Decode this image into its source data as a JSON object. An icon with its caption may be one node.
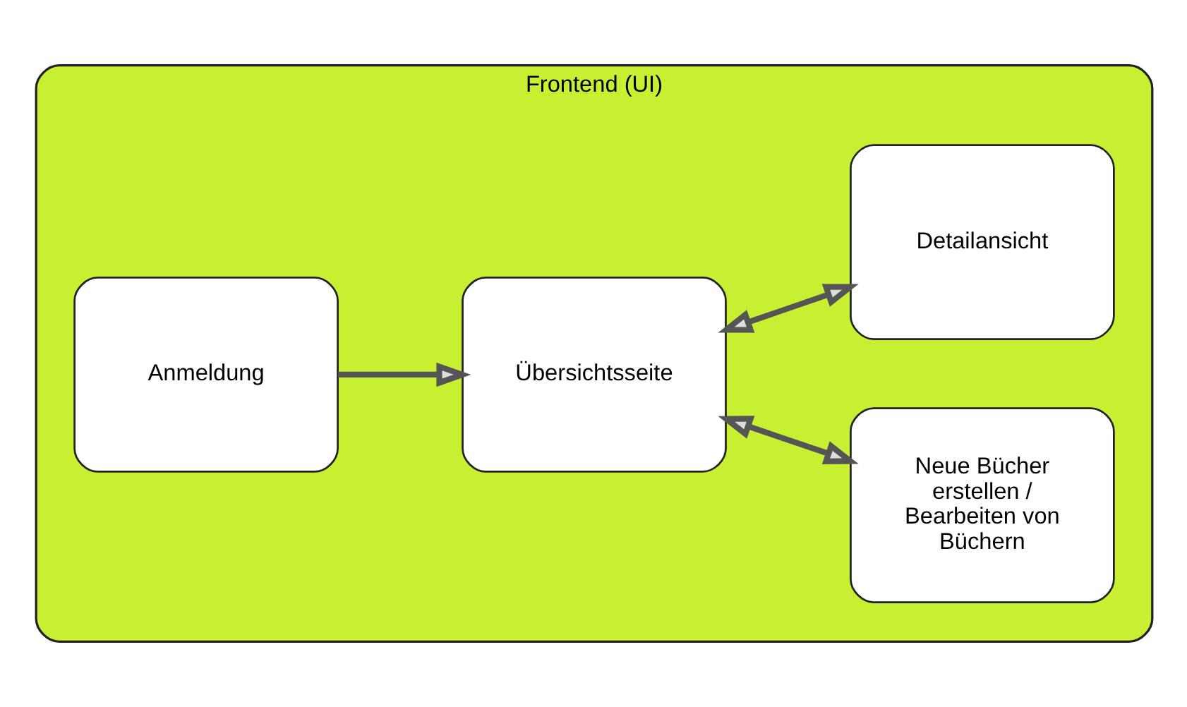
{
  "diagram": {
    "nodes": [
      {
        "text": [
          "Frontend (UI)"
        ]
      },
      {
        "text": [
          "Anmeldung"
        ],
        "in": 0
      },
      {
        "text": [
          "Übersichtsseite"
        ],
        "in": 0
      },
      {
        "text": [
          "Neue Bücher erstellen / Bearbeiten von Büchern"
        ],
        "in": 0
      },
      {
        "text": [
          "Detailansicht"
        ],
        "in": 0
      }
    ],
    "edges": [
      {
        "from": 1,
        "to": 2,
        "arrow": "to"
      },
      {
        "from": 2,
        "to": 3,
        "arrow": "both"
      },
      {
        "from": 2,
        "to": 4,
        "arrow": "both"
      }
    ]
  }
}
